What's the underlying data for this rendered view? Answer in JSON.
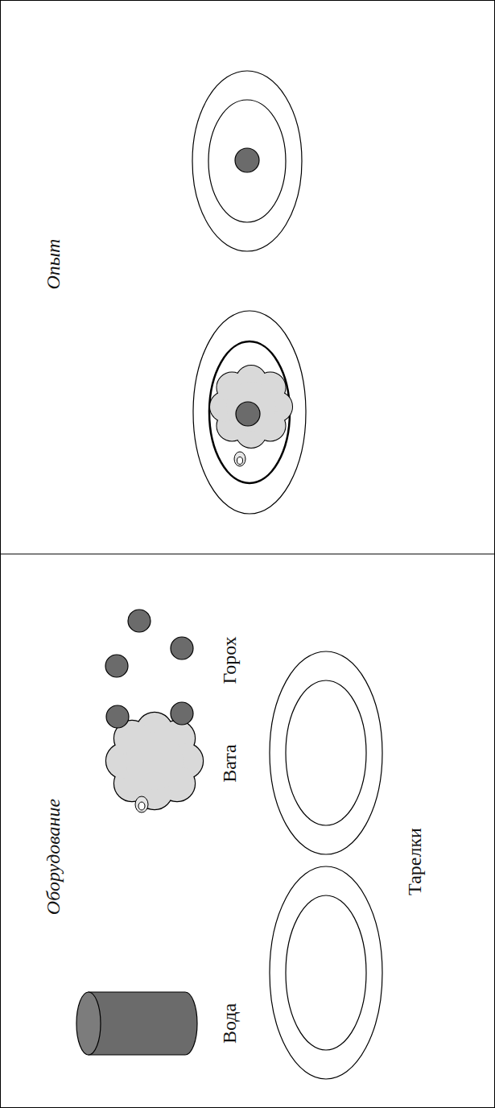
{
  "diagram": {
    "labels": [
      "Оборудование",
      "Вода",
      "Вата",
      "Горох",
      "Тарелки",
      "Опыт"
    ]
  }
}
